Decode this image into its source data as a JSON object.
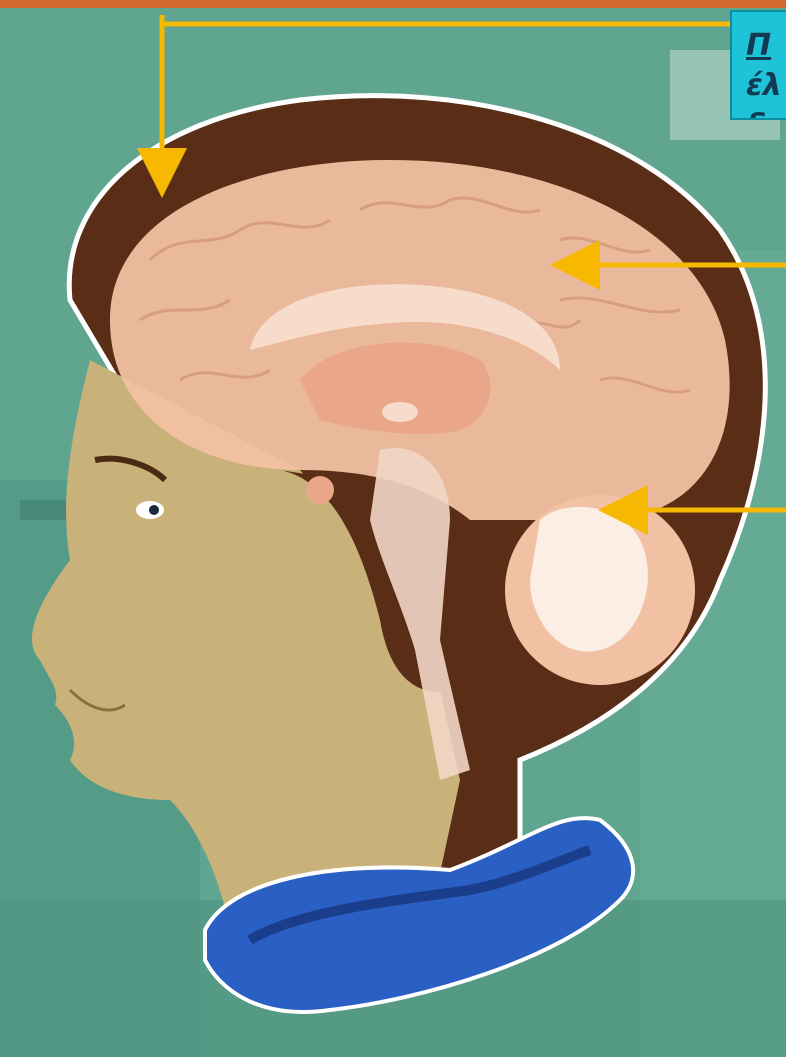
{
  "callout": {
    "line1": "Π",
    "line2": "έλ",
    "line3": "δι"
  },
  "colors": {
    "background": "#5fa58f",
    "top_bar": "#d26a2e",
    "arrow": "#f6b800",
    "callout_fill": "#1ec3d8",
    "brain": "#f2c1a3",
    "hair": "#5a2e16",
    "skin": "#c9b27a",
    "collar": "#2a5fc4"
  },
  "labels": {
    "pointer_1": "skull-top",
    "pointer_2": "cerebrum",
    "pointer_3": "cerebellum"
  }
}
